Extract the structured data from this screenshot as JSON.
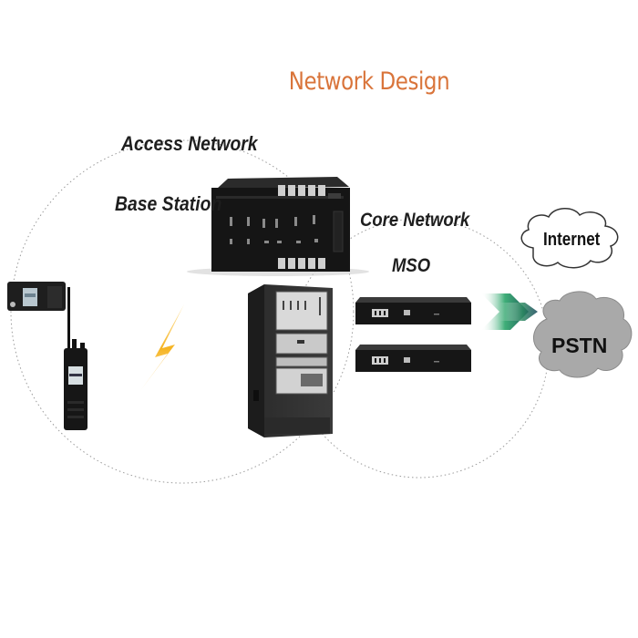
{
  "title": "Network Design",
  "labels": {
    "access_network": "Access Network",
    "base_station": "Base Station",
    "core_network": "Core Network",
    "mso": "MSO"
  },
  "clouds": {
    "internet": "Internet",
    "pstn": "PSTN"
  },
  "colors": {
    "title": "#d9743a",
    "label": "#1e1e1e",
    "lightning": "#f5b321",
    "arrow_green": "#2e9a6a",
    "arrow_dark": "#1f5e5a",
    "pstn_cloud": "#a9a9a9",
    "equipment": "#1a1a1a"
  },
  "devices": [
    {
      "id": "mobile-radio",
      "kind": "vehicle-radio"
    },
    {
      "id": "handheld-radio",
      "kind": "portable-radio"
    },
    {
      "id": "base-station-chassis",
      "kind": "rack-chassis"
    },
    {
      "id": "base-station-cabinet",
      "kind": "cabinet"
    },
    {
      "id": "mso-unit-1",
      "kind": "1u-server"
    },
    {
      "id": "mso-unit-2",
      "kind": "1u-server"
    }
  ]
}
